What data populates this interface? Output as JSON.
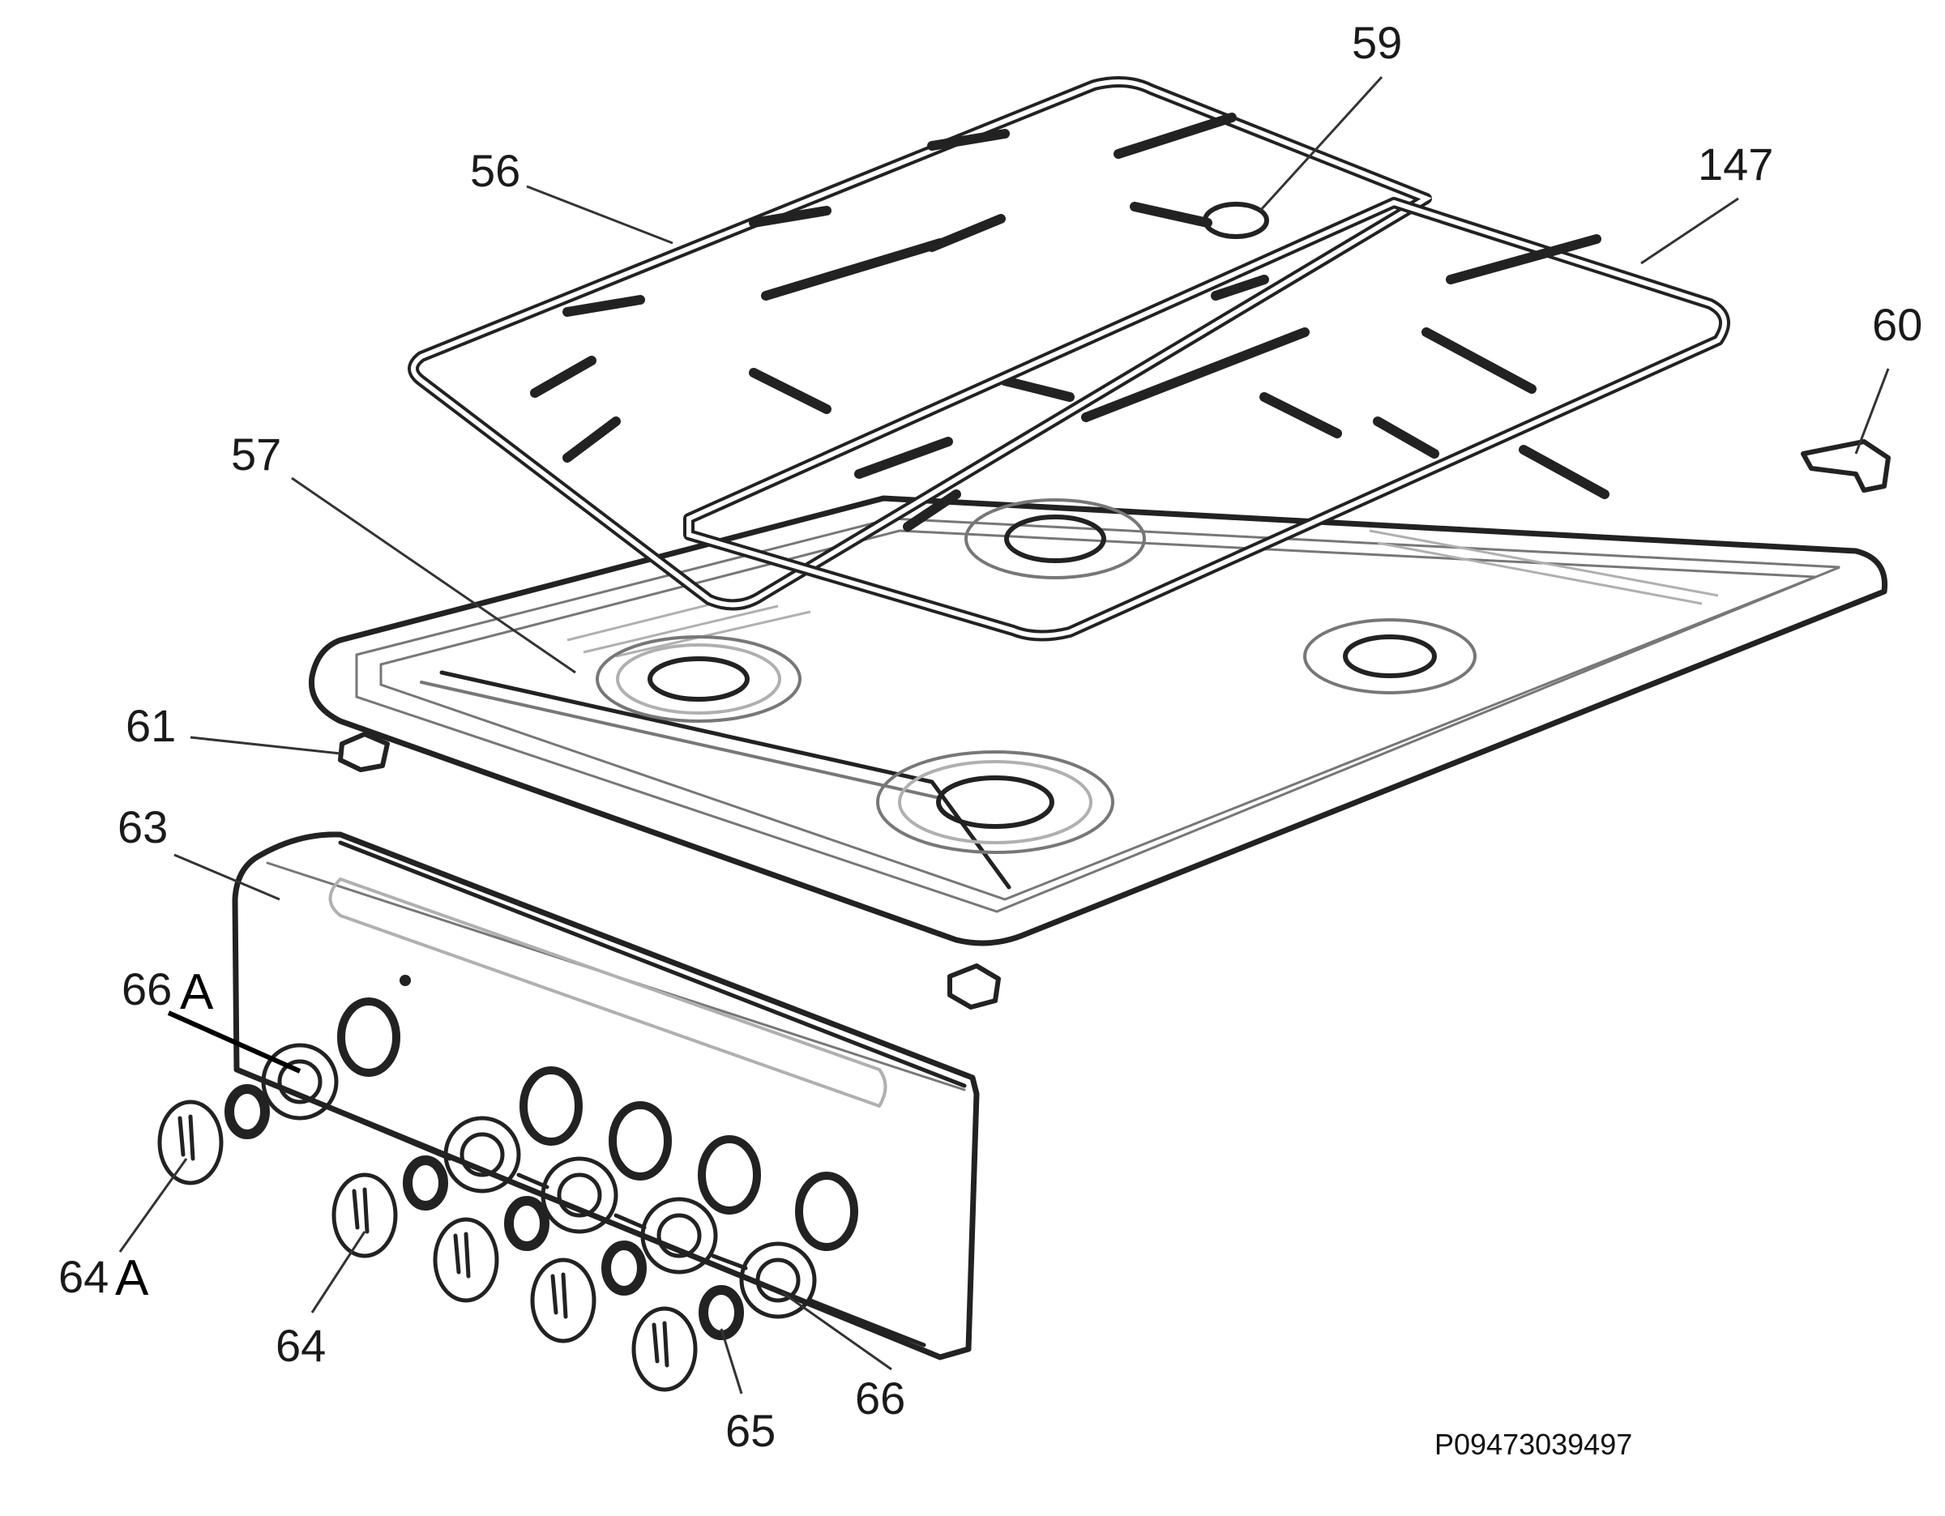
{
  "labels": {
    "grate_left": "56",
    "grate_right": "147",
    "grate_foot": "59",
    "hob_top": "57",
    "clip_right": "60",
    "clip_left": "61",
    "control_panel": "63",
    "knob_ring_a": "66",
    "knob_ring_a_suffix": "A",
    "knob_a": "64",
    "knob_a_suffix": "A",
    "knob": "64",
    "knob_seal": "65",
    "knob_ring": "66"
  },
  "document_code": "P09473039497",
  "colors": {
    "line": "#222222",
    "label": "#1a1a1a",
    "background": "#ffffff"
  }
}
